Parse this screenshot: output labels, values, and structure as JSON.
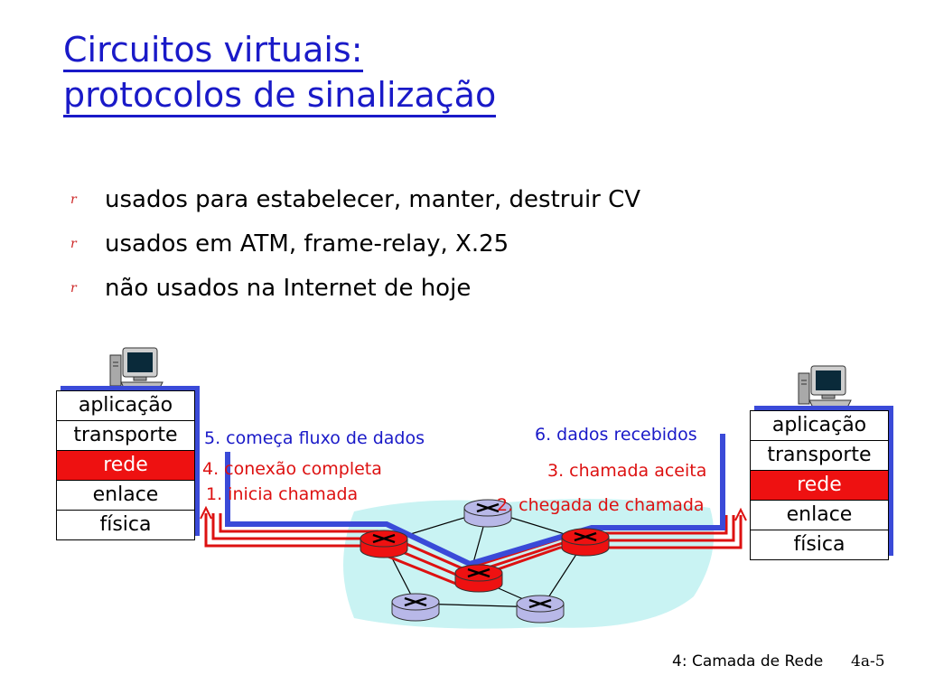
{
  "title": {
    "line1": "Circuitos virtuais:",
    "line2": "protocolos de sinalização"
  },
  "bullets": [
    "usados para estabelecer, manter, destruir CV",
    "usados em ATM, frame-relay, X.25",
    "não usados na Internet de hoje"
  ],
  "bullet_marker": "r",
  "left_stack": [
    "aplicação",
    "transporte",
    "rede",
    "enlace",
    "física"
  ],
  "right_stack": [
    "aplicação",
    "transporte",
    "rede",
    "enlace",
    "física"
  ],
  "steps": {
    "s1": "1. inicia chamada",
    "s2": "2. chegada de chamada",
    "s3": "3. chamada aceita",
    "s4": "4. conexão completa",
    "s5": "5. começa fluxo de dados",
    "s6": "6. dados recebidos"
  },
  "footer": {
    "chapter": "4: Camada de Rede",
    "page": "4a-5"
  },
  "colors": {
    "title": "#1a1ac8",
    "signal": "#dd1111",
    "data": "#3a4ad8",
    "network_cloud": "#c9f3f3"
  }
}
